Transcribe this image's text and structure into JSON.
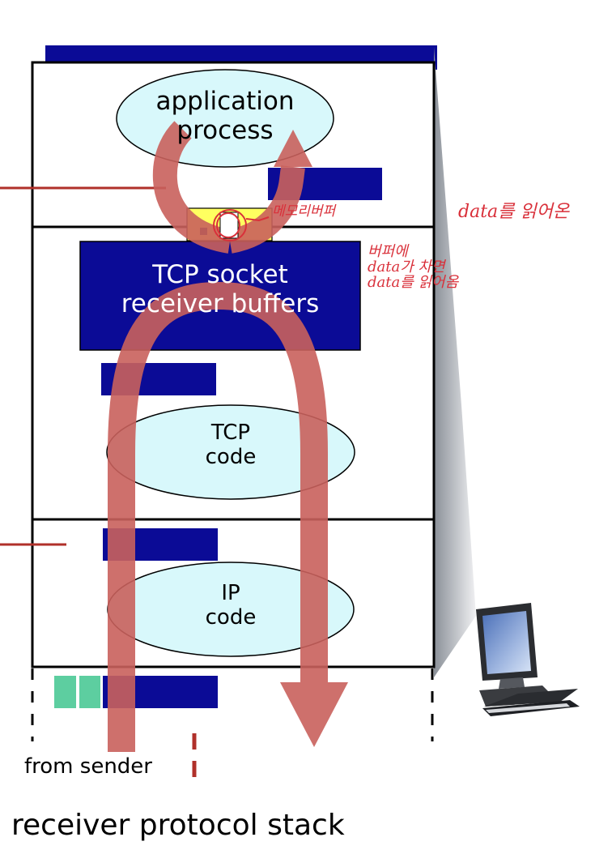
{
  "labels": {
    "application_process_line1": "application",
    "application_process_line2": "process",
    "socket_buffers_line1": "TCP socket",
    "socket_buffers_line2": "receiver buffers",
    "tcp_code_line1": "TCP",
    "tcp_code_line2": "code",
    "ip_code_line1": "IP",
    "ip_code_line2": "code",
    "from_sender": "from sender",
    "caption": "receiver protocol stack"
  },
  "annotations": {
    "memory_buffer": "메모리버퍼",
    "read_data": "data를 읽어온",
    "buffer_note_line1": "버퍼에",
    "buffer_note_line2": "data가 차면",
    "buffer_note_line3": "data를 읽어옴"
  },
  "colors": {
    "dark_blue": "#0b0b96",
    "ellipse_fill": "#d8f8fb",
    "arrow": "#c9605c",
    "yellow": "#ffff60",
    "green": "#5dcea0",
    "red_line": "#b0302a",
    "annotation": "#d9303a"
  },
  "icons": {
    "computer": "desktop-computer-icon"
  }
}
